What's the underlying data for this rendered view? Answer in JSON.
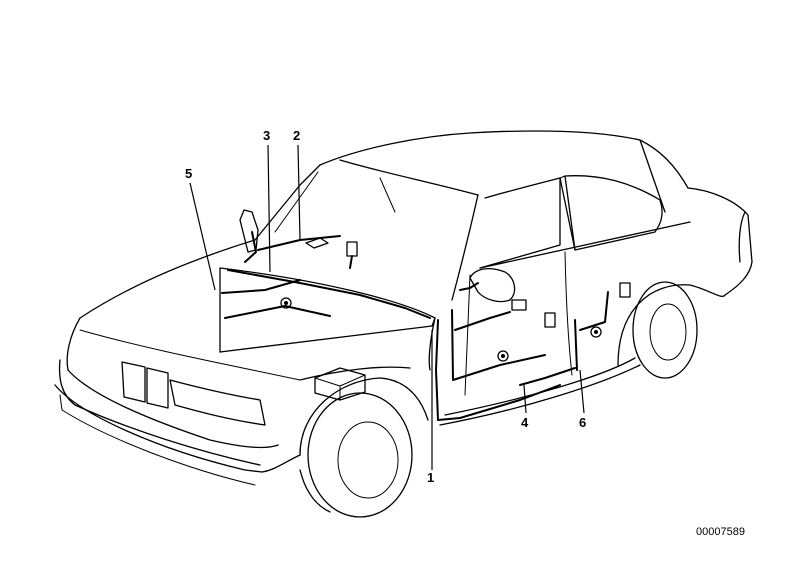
{
  "diagram": {
    "callouts": [
      {
        "id": "1",
        "label": "1"
      },
      {
        "id": "2",
        "label": "2"
      },
      {
        "id": "3",
        "label": "3"
      },
      {
        "id": "4",
        "label": "4"
      },
      {
        "id": "5",
        "label": "5"
      },
      {
        "id": "6",
        "label": "6"
      }
    ],
    "document_number": "00007589"
  }
}
